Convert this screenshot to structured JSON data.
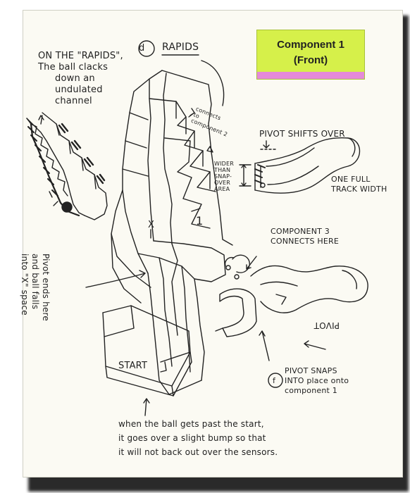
{
  "title": {
    "line1": "Component 1",
    "line2": "(Front)"
  },
  "section_d": {
    "marker": "d",
    "label": "RAPIDS"
  },
  "rapids_note": {
    "lines": [
      "ON THE \"RAPIDS\",",
      "The ball clacks",
      "down an",
      "undulated",
      "channel"
    ]
  },
  "connects_note": {
    "lines": [
      "connects",
      "to",
      "component 2"
    ]
  },
  "pivot_shifts": "PIVOT SHIFTS OVER",
  "wider_note": {
    "lines": [
      "WIDER",
      "THAN",
      "SNAP-",
      "OVER",
      "AREA"
    ]
  },
  "full_track": {
    "lines": [
      "ONE FULL",
      "TRACK WIDTH"
    ]
  },
  "component_number": "1",
  "x_mark": "X",
  "component3": {
    "lines": [
      "COMPONENT 3",
      "CONNECTS HERE"
    ]
  },
  "pivot_ends": {
    "lines": [
      "Pivot ends here",
      "and ball falls",
      "into \"X\" space"
    ]
  },
  "pivot_label": "PIVOT",
  "start_label": "START",
  "section_f": {
    "marker": "f",
    "lines": [
      "PIVOT SNAPS",
      "INTO place onto",
      "component 1"
    ]
  },
  "bottom_note": {
    "lines": [
      "when the ball gets past the start,",
      "it goes over a slight bump so that",
      "it will not back out over the sensors."
    ]
  },
  "colors": {
    "title_bg": "#d6f04a",
    "title_strip": "#e58ad9",
    "ink": "#222222",
    "paper": "#fbfaf3"
  }
}
